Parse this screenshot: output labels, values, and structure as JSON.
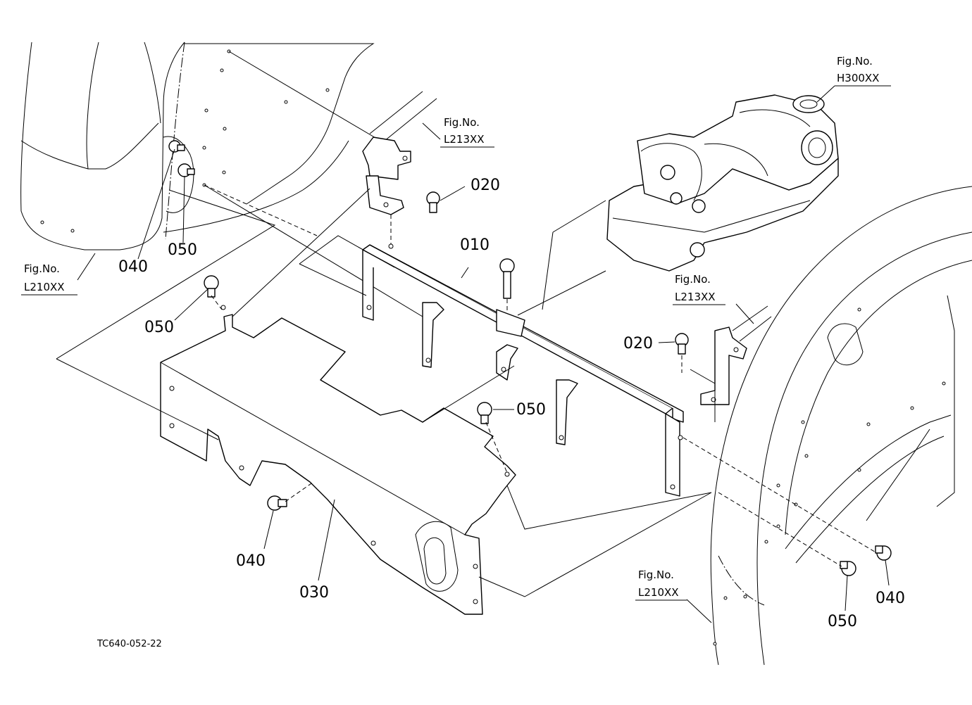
{
  "callouts": {
    "p010": "010",
    "p020_top": "020",
    "p020_right": "020",
    "p030": "030",
    "p040_left": "040",
    "p040_bottom": "040",
    "p040_right": "040",
    "p050_left_top": "050",
    "p050_left_mid": "050",
    "p050_center": "050",
    "p050_right": "050"
  },
  "figure_refs": {
    "fig_label": "Fig.No.",
    "ref_h300": "H300XX",
    "ref_l213_top": "L213XX",
    "ref_l213_right": "L213XX",
    "ref_l210_left": "L210XX",
    "ref_l210_right": "L210XX"
  },
  "drawing_code": "TC640-052-22"
}
